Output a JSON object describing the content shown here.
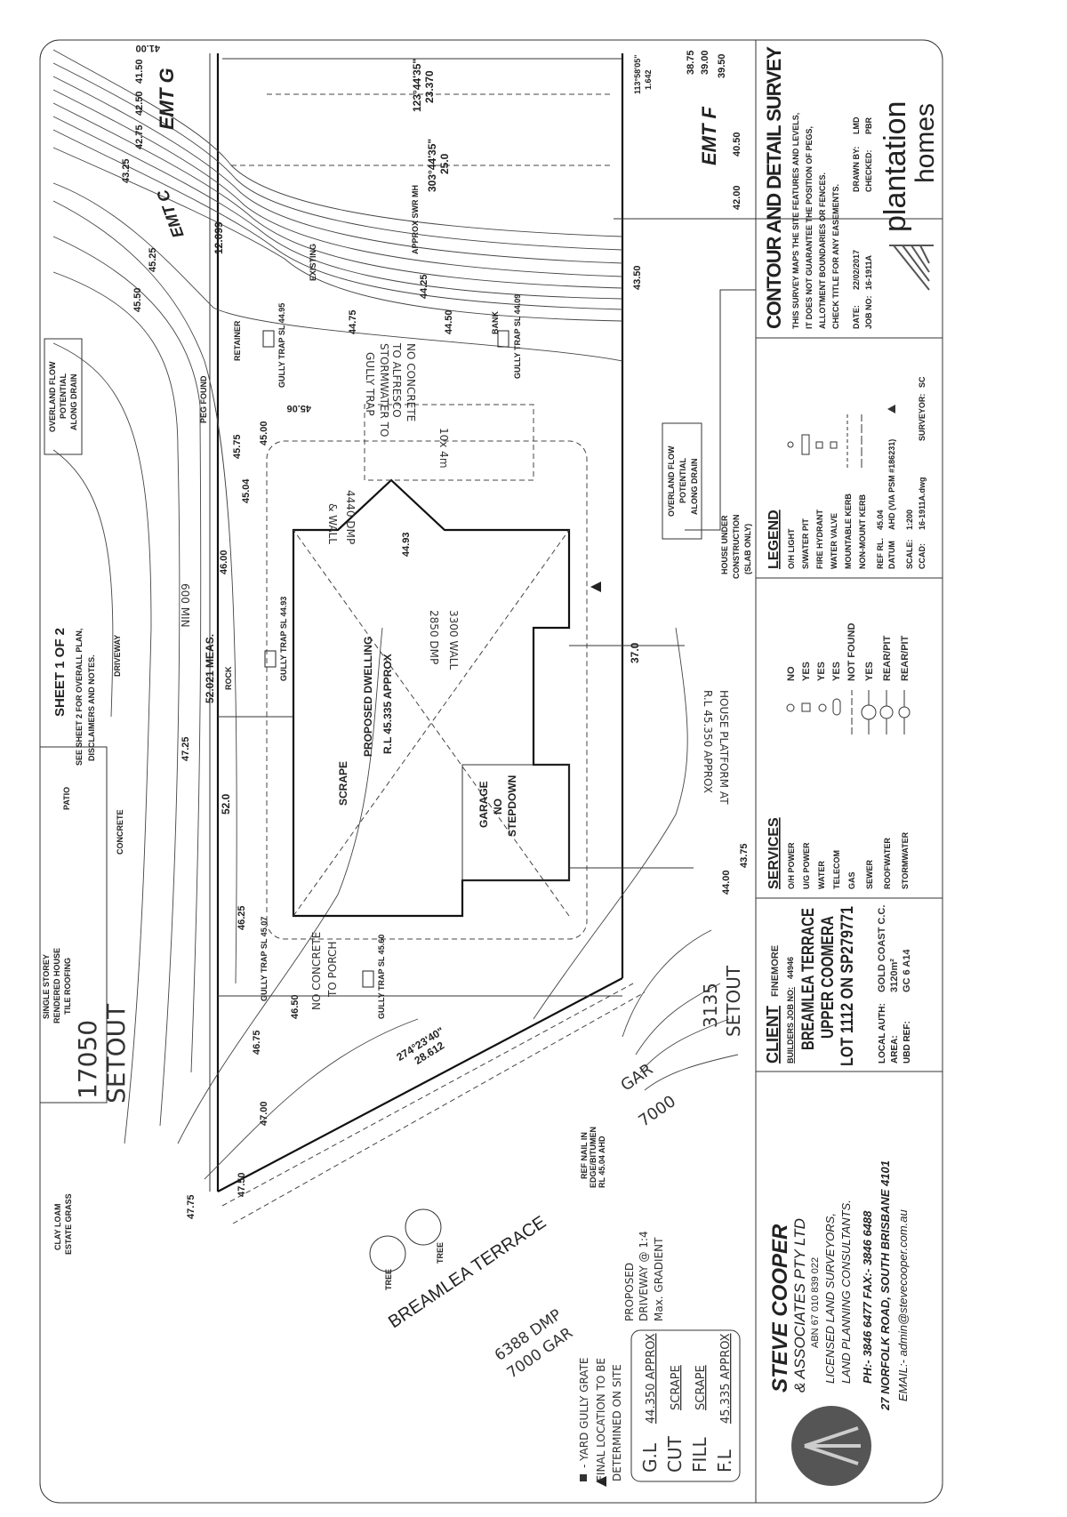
{
  "sheet": {
    "title": "SHEET 1 OF 2",
    "see_sheet_1": "SEE SHEET 2 FOR OVERALL PLAN,",
    "see_sheet_2": "DISCLAIMERS AND NOTES."
  },
  "neighbour": {
    "driveway": "DRIVEWAY",
    "patio": "PATIO",
    "concrete": "CONCRETE",
    "house": [
      "SINGLE STOREY",
      "RENDERED HOUSE",
      "TILE ROOFING"
    ],
    "soil": [
      "CLAY LOAM",
      "ESTATE GRASS"
    ],
    "overland_left": [
      "OVERLAND FLOW",
      "POTENTIAL",
      "ALONG DRAIN"
    ],
    "overland_right": [
      "OVERLAND FLOW",
      "POTENTIAL",
      "ALONG DRAIN"
    ],
    "house_under": [
      "HOUSE UNDER",
      "CONSTRUCTION",
      "(SLAB ONLY)"
    ]
  },
  "dwelling": {
    "scrape": "SCRAPE",
    "proposed": "PROPOSED DWELLING",
    "rl": "R.L 45.335 APPROX",
    "garage": [
      "GARAGE",
      "NO",
      "STEPDOWN"
    ],
    "wall_3300": "3300 WALL",
    "dmp_2850": "2850 DMP",
    "dmp_4440": "4440 DMP",
    "and_wall": "& WALL",
    "min_600": "600 MIN",
    "alfresco_size": "10x 4m",
    "stormwater": [
      "STORMWATER TO",
      "GULLY TRAP"
    ],
    "no_concrete_alfresco": [
      "NO CONCRETE",
      "TO ALFRESCO"
    ],
    "no_concrete_porch": [
      "NO CONCRETE",
      "TO PORCH"
    ],
    "platform": [
      "HOUSE PLATFORM AT",
      "R.L 45.350 APPROX"
    ],
    "setout_left": [
      "17050",
      "SETOUT"
    ],
    "setout_right": [
      "3135",
      "SETOUT"
    ],
    "gar_7000": [
      "7000",
      "GAR"
    ],
    "dmp_gar": [
      "6388 DMP",
      "7000 GAR"
    ],
    "driveway_note": [
      "PROPOSED",
      "DRIVEWAY @ 1:4",
      "Max. GRADIENT"
    ],
    "road": "BREAMLEA TERRACE",
    "ref_nail": [
      "REF NAIL IN",
      "EDGE/BITUMEN",
      "RL 45.04 AHD"
    ]
  },
  "survey_labels": {
    "emt_g": "EMT G",
    "emt_f": "EMT F",
    "emt_c": "EMT C",
    "bearing_1": "123°44'35\"",
    "dist_1": "23.370",
    "bearing_2": "303°44'35\"",
    "dist_2": "25.0",
    "bearing_3": "274°23'40\"",
    "dist_3": "28.612",
    "bearing_4": "113°58'05\"",
    "dist_4": "1.642",
    "side_1": "52.0",
    "side_2": "52.021 MEAS.",
    "side_3": "12.099",
    "side_4": "37.0",
    "gully_1": "GULLY TRAP SL 44.95",
    "gully_2": "GULLY TRAP SL 44.93",
    "gully_3": "GULLY TRAP SL 45.07",
    "gully_4": "GULLY TRAP SL 45.60",
    "gully_5": "GULLY TRAP SL 44.09",
    "retainer": "RETAINER",
    "rock": "ROCK",
    "bank": "BANK",
    "tree_1": "TREE",
    "tree_2": "TREE",
    "peg_found": "PEG FOUND",
    "existing": "EXISTING",
    "approx_swr": "APPROX SWR MH"
  },
  "contours": [
    "41.00",
    "41.50",
    "42.50",
    "42.75",
    "43.25",
    "43.50",
    "44.25",
    "44.50",
    "44.75",
    "45.00",
    "45.25",
    "45.50",
    "45.75",
    "46.00",
    "46.25",
    "46.50",
    "46.75",
    "47.00",
    "47.25",
    "47.50",
    "47.75",
    "43.75",
    "44.00",
    "38.75",
    "39.00",
    "39.50",
    "40.50",
    "42.00",
    "45.06",
    "44.93",
    "45.04"
  ],
  "levels_box": {
    "gl_label": "G.L",
    "gl_value": "44.350 APPROX",
    "cut_label": "CUT",
    "cut_value": "SCRAPE",
    "fill_label": "FILL",
    "fill_value": "SCRAPE",
    "fl_label": "F.L",
    "fl_value": "45.335 APPROX"
  },
  "yard_note": [
    "- YARD GULLY GRATE",
    "FINAL LOCATION TO BE",
    "DETERMINED ON SITE"
  ],
  "company": {
    "name": "STEVE COOPER",
    "sub": "& ASSOCIATES PTY LTD",
    "abn": "ABN 67 010 839 022",
    "line1": "LICENSED LAND SURVEYORS,",
    "line2": "LAND PLANNING CONSULTANTS.",
    "phone": "PH:- 3846 6477  FAX:- 3846 6488",
    "address": "27 NORFOLK ROAD, SOUTH BRISBANE 4101",
    "email": "EMAIL:- admin@stevecooper.com.au"
  },
  "client": {
    "label": "CLIENT",
    "name": "FINEMORE",
    "job_label": "BUILDERS JOB NO:",
    "job_no": "44946",
    "street": "BREAMLEA TERRACE",
    "suburb": "UPPER COOMERA",
    "lot": "LOT 1112 ON SP279771",
    "auth_label": "LOCAL AUTH:",
    "auth": "GOLD COAST C.C.",
    "area_label": "AREA:",
    "area": "3120m²",
    "ubd_label": "UBD REF:",
    "ubd": "GC 6 A14"
  },
  "services": {
    "title": "SERVICES",
    "rows": [
      {
        "label": "O/H POWER",
        "value": "NO"
      },
      {
        "label": "U/G POWER",
        "value": "YES"
      },
      {
        "label": "WATER",
        "value": "YES"
      },
      {
        "label": "TELECOM",
        "value": "YES"
      },
      {
        "label": "GAS",
        "value": "NOT FOUND"
      },
      {
        "label": "SEWER",
        "value": "YES"
      },
      {
        "label": "ROOFWATER",
        "value": "REAR/PIT"
      },
      {
        "label": "STORMWATER",
        "value": "REAR/PIT"
      }
    ]
  },
  "legend": {
    "title": "LEGEND",
    "rows": [
      "O/H LIGHT",
      "S/WATER PIT",
      "FIRE HYDRANT",
      "WATER VALVE",
      "MOUNTABLE KERB",
      "NON-MOUNT KERB"
    ],
    "ref_rl_label": "REF RL.",
    "ref_rl": "45.04",
    "datum_label": "DATUM",
    "datum": "AHD (VIA PSM #186231)",
    "scale_label": "SCALE:",
    "scale": "1:200",
    "ccad_label": "CCAD:",
    "ccad": "16-1911A.dwg",
    "surveyor_label": "SURVEYOR:",
    "surveyor": "SC"
  },
  "survey": {
    "title": "CONTOUR AND DETAIL SURVEY",
    "note1": "THIS SURVEY MAPS THE SITE FEATURES AND LEVELS,",
    "note2": "IT DOES NOT GUARANTEE THE POSITION OF PEGS,",
    "note3": "ALLOTMENT BOUNDARIES OR FENCES.",
    "note4": "CHECK TITLE FOR ANY EASEMENTS.",
    "date_label": "DATE:",
    "date": "22/02/2017",
    "drawn_label": "DRAWN BY:",
    "drawn": "LMD",
    "job_label": "JOB NO:",
    "job": "16-1911A",
    "checked_label": "CHECKED:",
    "checked": "PBR",
    "brand_1": "plantation",
    "brand_2": "homes"
  }
}
